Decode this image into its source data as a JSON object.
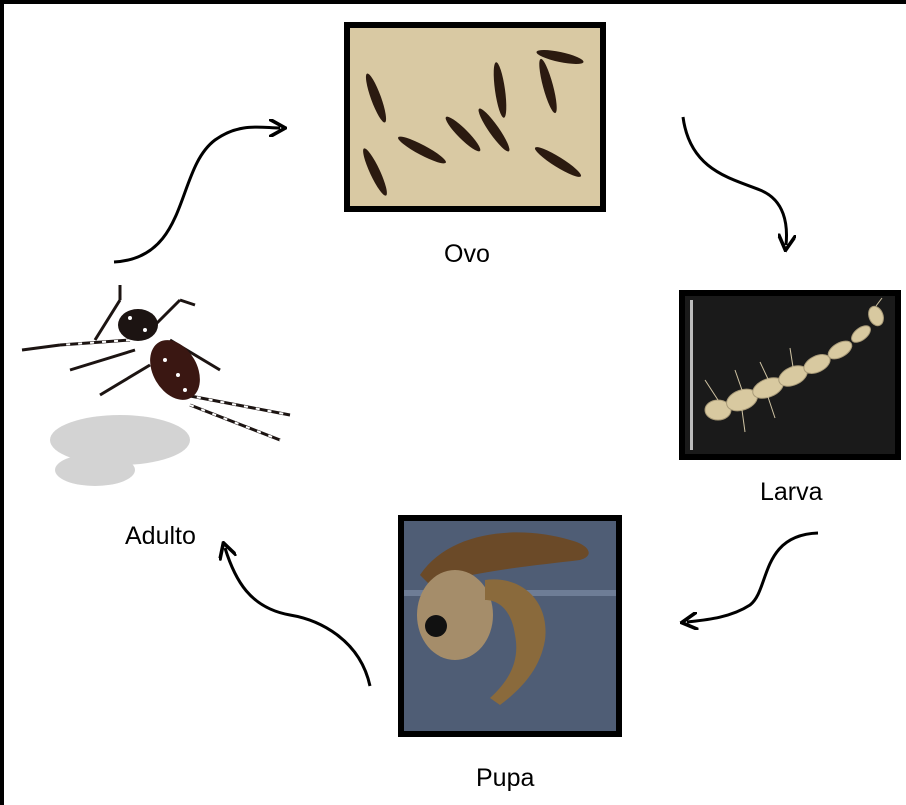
{
  "stages": {
    "egg": {
      "label": "Ovo"
    },
    "larva": {
      "label": "Larva"
    },
    "pupa": {
      "label": "Pupa"
    },
    "adult": {
      "label": "Adulto"
    }
  },
  "colors": {
    "frame": "#000000",
    "egg_bg": "#d9c9a3",
    "egg_dark": "#2b1a10",
    "larva_bg": "#1a1a1a",
    "larva_body": "#d8c9a0",
    "pupa_bg": "#4f5d75",
    "pupa_body": "#8a6a3c",
    "adult_body": "#1c1412",
    "arrow": "#000000"
  }
}
